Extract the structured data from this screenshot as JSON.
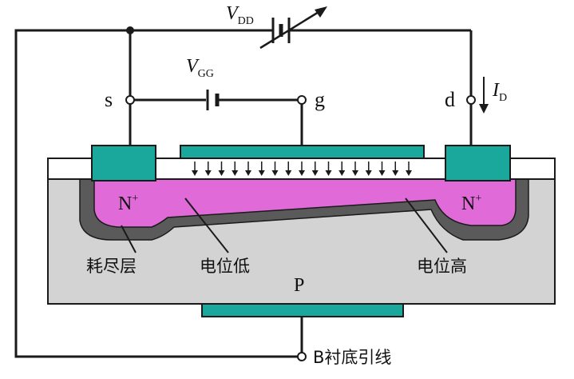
{
  "labels": {
    "vdd_main": "V",
    "vdd_sub": "DD",
    "vgg_main": "V",
    "vgg_sub": "GG",
    "source": "s",
    "gate": "g",
    "drain": "d",
    "id_main": "I",
    "id_sub": "D",
    "n_plus_left": "N",
    "n_plus_right": "N",
    "plus": "+",
    "substrate": "P",
    "depletion_layer": "耗尽层",
    "low_potential": "电位低",
    "high_potential": "电位高",
    "body_lead": "B衬底引线"
  },
  "colors": {
    "contact_teal": "#1aa89c",
    "n_region_pink": "#e06ad8",
    "substrate_gray": "#d3d3d3",
    "depletion_dark": "#5a5a5a",
    "wire_black": "#1a1a1a",
    "oxide_white": "#ffffff"
  },
  "field_arrow_count": 17
}
